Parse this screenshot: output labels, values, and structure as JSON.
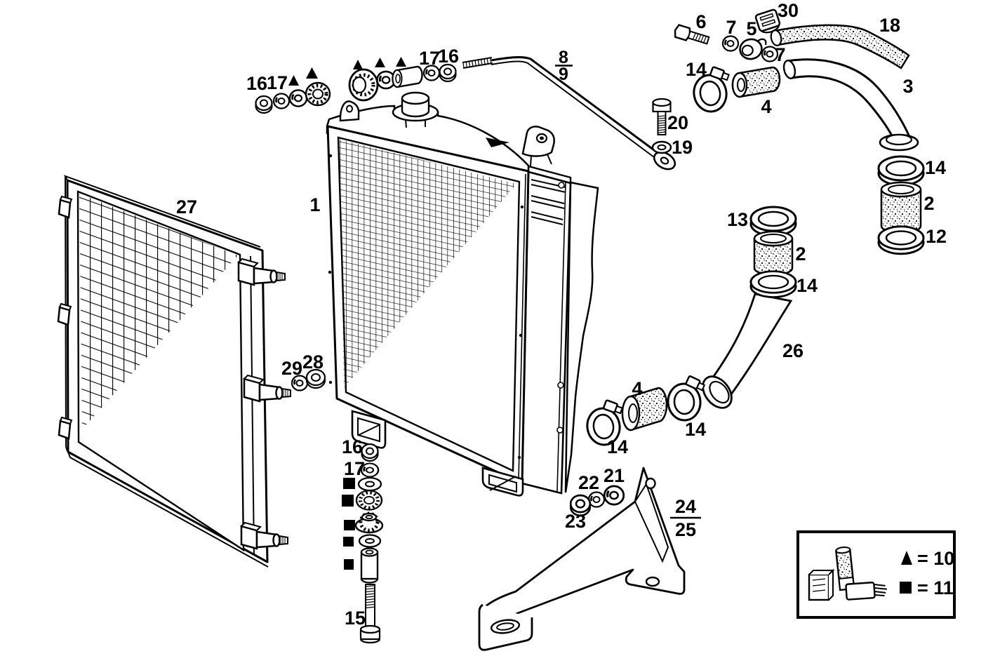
{
  "diagram": {
    "kind": "exploded-parts-diagram",
    "background_color": "#ffffff",
    "ink_color": "#000000"
  },
  "callouts": {
    "n1": "1",
    "n27": "27",
    "n16a": "16",
    "n17a": "17",
    "n16b": "16",
    "n17b": "17",
    "n8": "8",
    "n9": "9",
    "n6": "6",
    "n7a": "7",
    "n5": "5",
    "n7b": "7",
    "n30": "30",
    "n18": "18",
    "n3": "3",
    "n20": "20",
    "n19": "19",
    "n14a": "14",
    "n4a": "4",
    "n14b": "14",
    "n2b": "2",
    "n12": "12",
    "n13": "13",
    "n2a": "2",
    "n14c": "14",
    "n26": "26",
    "n4b": "4",
    "n14d": "14",
    "n14e": "14",
    "n29": "29",
    "n28": "28",
    "n16c": "16",
    "n17c": "17",
    "n15": "15",
    "n22": "22",
    "n21": "21",
    "n23": "23",
    "n24": "24",
    "n25": "25"
  },
  "legend": {
    "triangle_symbol": "▲",
    "triangle_value": "= 10",
    "square_symbol": "■",
    "square_value": "= 11"
  }
}
